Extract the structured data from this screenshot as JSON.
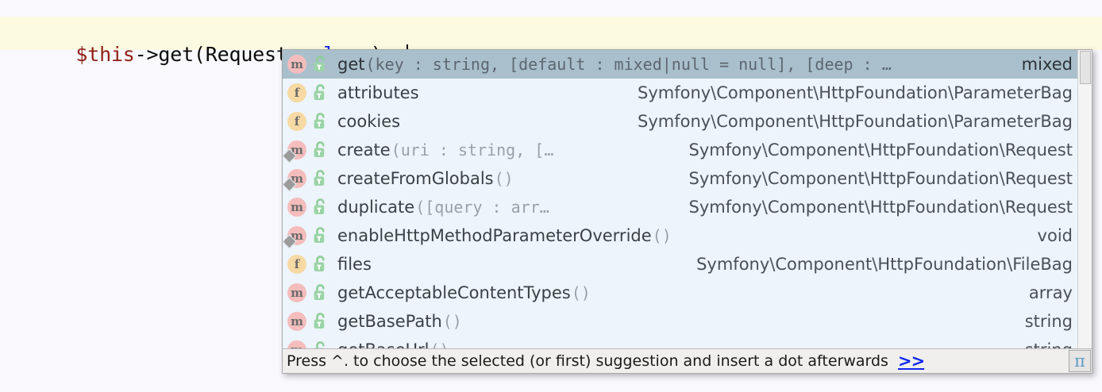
{
  "editor": {
    "code_tokens": [
      {
        "text": "$this",
        "kind": "variable"
      },
      {
        "text": "->get(Request::",
        "kind": "plain"
      },
      {
        "text": "class",
        "kind": "keyword"
      },
      {
        "text": ")->",
        "kind": "plain"
      }
    ],
    "plain_code": "$this->get(Request::class)->",
    "caret_visible": true,
    "current_line_color": "#fcfae1",
    "background_color": "#f8f8fd"
  },
  "completion": {
    "selected_index": 0,
    "selected_row_color": "#a9c0cc",
    "popup_background": "#edf4fb",
    "scrollbar": {
      "thumb_position_percent": 0,
      "thumb_size_percent": 11
    },
    "items": [
      {
        "kind": "method",
        "kind_glyph": "m",
        "visibility": "public",
        "static": false,
        "name": "get",
        "params": "(key : string, [default : mixed|null = null], [deep : …",
        "type": "mixed",
        "selected": true
      },
      {
        "kind": "field",
        "kind_glyph": "f",
        "visibility": "public",
        "static": false,
        "name": "attributes",
        "params": "",
        "type": "Symfony\\Component\\HttpFoundation\\ParameterBag",
        "selected": false
      },
      {
        "kind": "field",
        "kind_glyph": "f",
        "visibility": "public",
        "static": false,
        "name": "cookies",
        "params": "",
        "type": "Symfony\\Component\\HttpFoundation\\ParameterBag",
        "selected": false
      },
      {
        "kind": "method",
        "kind_glyph": "m",
        "visibility": "public",
        "static": true,
        "name": "create",
        "params": "(uri : string, […",
        "type": "Symfony\\Component\\HttpFoundation\\Request",
        "selected": false
      },
      {
        "kind": "method",
        "kind_glyph": "m",
        "visibility": "public",
        "static": true,
        "name": "createFromGlobals",
        "params": "()",
        "type": "Symfony\\Component\\HttpFoundation\\Request",
        "selected": false
      },
      {
        "kind": "method",
        "kind_glyph": "m",
        "visibility": "public",
        "static": false,
        "name": "duplicate",
        "params": "([query : arr…",
        "type": "Symfony\\Component\\HttpFoundation\\Request",
        "selected": false
      },
      {
        "kind": "method",
        "kind_glyph": "m",
        "visibility": "public",
        "static": true,
        "name": "enableHttpMethodParameterOverride",
        "params": "()",
        "type": "void",
        "selected": false
      },
      {
        "kind": "field",
        "kind_glyph": "f",
        "visibility": "public",
        "static": false,
        "name": "files",
        "params": "",
        "type": "Symfony\\Component\\HttpFoundation\\FileBag",
        "selected": false
      },
      {
        "kind": "method",
        "kind_glyph": "m",
        "visibility": "public",
        "static": false,
        "name": "getAcceptableContentTypes",
        "params": "()",
        "type": "array",
        "selected": false
      },
      {
        "kind": "method",
        "kind_glyph": "m",
        "visibility": "public",
        "static": false,
        "name": "getBasePath",
        "params": "()",
        "type": "string",
        "selected": false
      },
      {
        "kind": "method",
        "kind_glyph": "m",
        "visibility": "public",
        "static": false,
        "name": "getBaseUrl",
        "params": "()",
        "type": "string",
        "selected": false
      }
    ]
  },
  "hint_bar": {
    "text": "Press ^. to choose the selected (or first) suggestion and insert a dot afterwards",
    "more_label": ">>",
    "link_color": "#1028f0",
    "pi_button": {
      "glyph": "π",
      "color": "#5d9dc4"
    }
  }
}
